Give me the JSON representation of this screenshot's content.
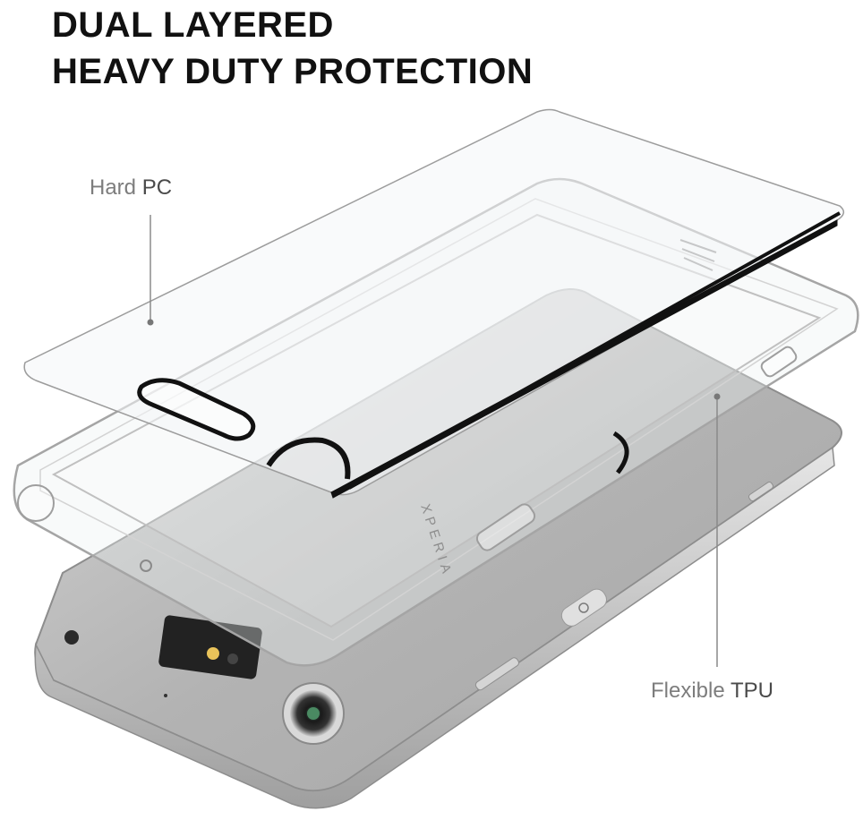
{
  "headline": {
    "line1": "DUAL LAYERED",
    "line2": "HEAVY DUTY PROTECTION"
  },
  "callouts": {
    "hard_pc": {
      "prefix": "Hard",
      "emphasis": "PC"
    },
    "flexible_tpu": {
      "prefix": "Flexible",
      "emphasis": "TPU"
    }
  },
  "phone": {
    "brand_mark": "XPERIA"
  },
  "colors": {
    "headline": "#111111",
    "callout_text": "#7d7d7d",
    "callout_emphasis": "#4a4a4a",
    "phone_body": "#b9b9b9",
    "case_edge": "#9a9a9a"
  }
}
